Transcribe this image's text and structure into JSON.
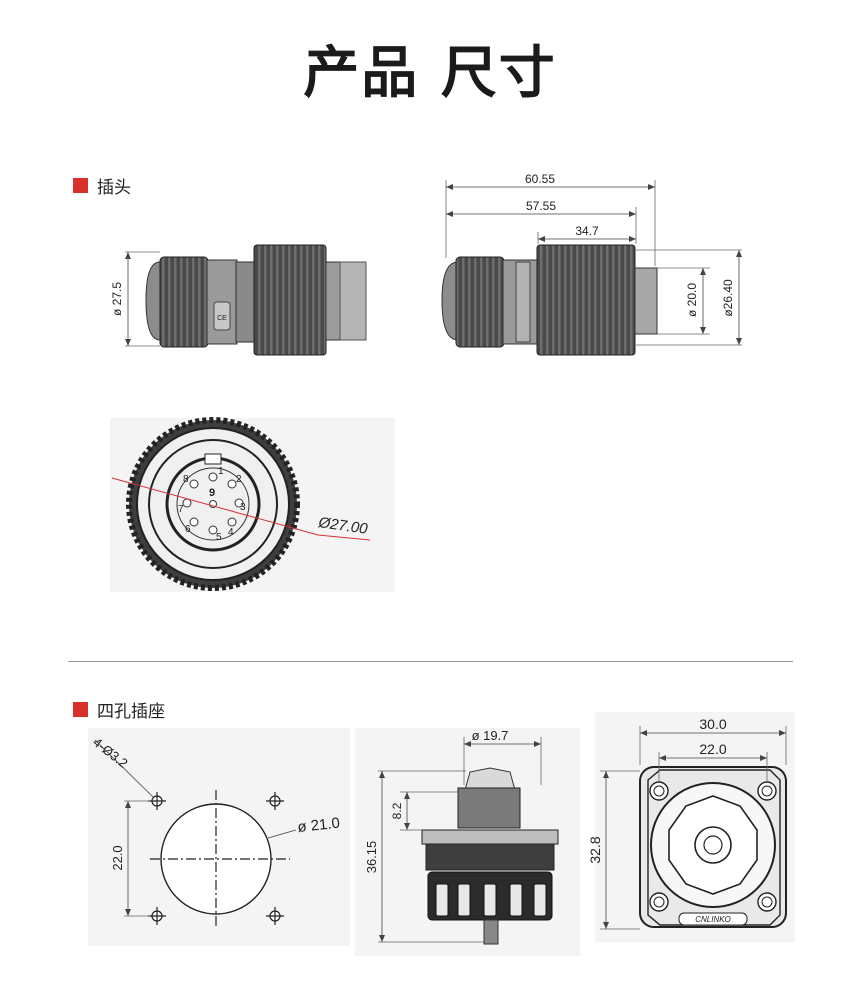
{
  "page": {
    "title": "产品 尺寸"
  },
  "plug": {
    "section_label": "插头",
    "side_view": {
      "diameter_label": "ø 27.5"
    },
    "top_view": {
      "overall_length": "60.55",
      "body_length": "57.55",
      "nut_length": "34.7",
      "inner_diameter": "ø 20.0",
      "outer_diameter": "ø26.40"
    },
    "face_view": {
      "diameter_label": "Ø27.00",
      "pin_labels": [
        "1",
        "2",
        "3",
        "4",
        "5",
        "6",
        "7",
        "8",
        "9"
      ]
    }
  },
  "socket": {
    "section_label": "四孔插座",
    "panel_cutout": {
      "hole_label": "4-Ø3.2",
      "spacing_label": "22.0",
      "cutout_diameter": "ø 21.0"
    },
    "side_view": {
      "top_diameter": "ø 19.7",
      "flange_offset": "8.2",
      "total_height": "36.15"
    },
    "front_view": {
      "flange_width": "30.0",
      "hole_spacing": "22.0",
      "flange_height": "32.8",
      "brand_text": "CNLINKO"
    }
  },
  "colors": {
    "accent": "#d9302c",
    "divider": "#9a9a9a",
    "dim_line": "#d9303a"
  }
}
